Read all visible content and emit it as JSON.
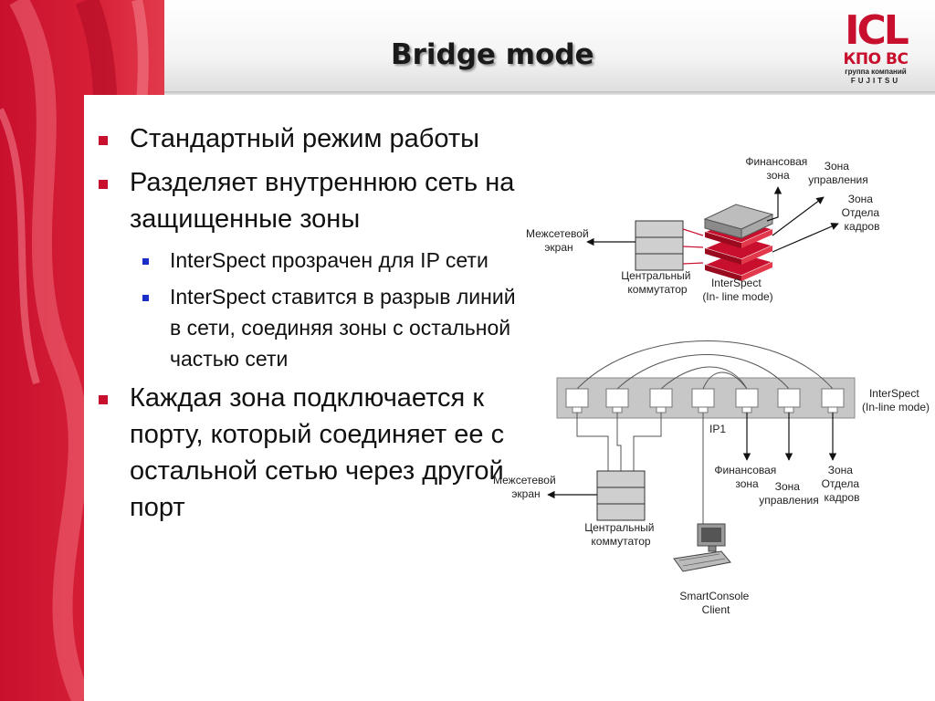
{
  "slide": {
    "title": "Bridge mode"
  },
  "logo": {
    "main": "ICL",
    "sub": "КПО ВС",
    "line1": "группа компаний",
    "line2": "FUJITSU"
  },
  "bullets": [
    {
      "level": 1,
      "text": "Стандартный режим работы"
    },
    {
      "level": 1,
      "text": "Разделяет внутреннюю сеть на защищенные зоны"
    },
    {
      "level": 2,
      "text": "InterSpect прозрачен для IP сети"
    },
    {
      "level": 2,
      "text": "InterSpect ставится в разрыв линий в сети, соединяя зоны с остальной частью сети"
    },
    {
      "level": 1,
      "text": "Каждая зона подключается к порту, который соединяет ее с остальной сетью через другой порт"
    }
  ],
  "diagram_top": {
    "firewall": [
      "Межсетевой",
      "экран"
    ],
    "switch": [
      "Центральный",
      "коммутатор"
    ],
    "interspect": [
      "InterSpect",
      "(In- line mode)"
    ],
    "zone_finance": [
      "Финансовая",
      "зона"
    ],
    "zone_mgmt": [
      "Зона",
      "управления"
    ],
    "zone_hr": [
      "Зона",
      "Отдела",
      "кадров"
    ]
  },
  "diagram_bottom": {
    "interspect": [
      "InterSpect",
      "(In-line mode)"
    ],
    "ip": "IP1",
    "firewall": [
      "Межсетевой",
      "экран"
    ],
    "switch": [
      "Центральный",
      "коммутатор"
    ],
    "zone_finance": [
      "Финансовая",
      "зона"
    ],
    "zone_mgmt": [
      "Зона",
      "управления"
    ],
    "zone_hr": [
      "Зона",
      "Отдела",
      "кадров"
    ],
    "console": [
      "SmartConsole",
      "Client"
    ]
  },
  "colors": {
    "brand_red": "#c8102e",
    "sub_bullet_blue": "#1a2fc8"
  }
}
